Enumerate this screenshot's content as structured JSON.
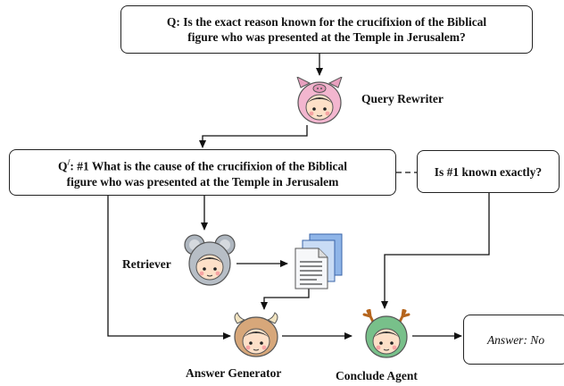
{
  "question": {
    "prefix": "Q",
    "text_line1": ": Is the exact reason known for the crucifixion of the Biblical",
    "text_line2": "figure who was presented at the Temple in Jerusalem?"
  },
  "rewritten": {
    "prefix": "Q",
    "prime": "/",
    "text_line1": ": #1 What is the cause of the crucifixion of the Biblical",
    "text_line2": "figure who was presented at the Temple in Jerusalem"
  },
  "known_check": "Is #1 known exactly?",
  "answer": "Answer: No",
  "agents": {
    "query_rewriter": {
      "label": "Query Rewriter",
      "icon": "pig-agent-icon"
    },
    "retriever": {
      "label": "Retriever",
      "icon": "mouse-agent-icon"
    },
    "answer_generator": {
      "label": "Answer Generator",
      "icon": "ox-agent-icon"
    },
    "conclude_agent": {
      "label": "Conclude Agent",
      "icon": "dragon-agent-icon"
    }
  },
  "documents_icon": "documents-icon"
}
